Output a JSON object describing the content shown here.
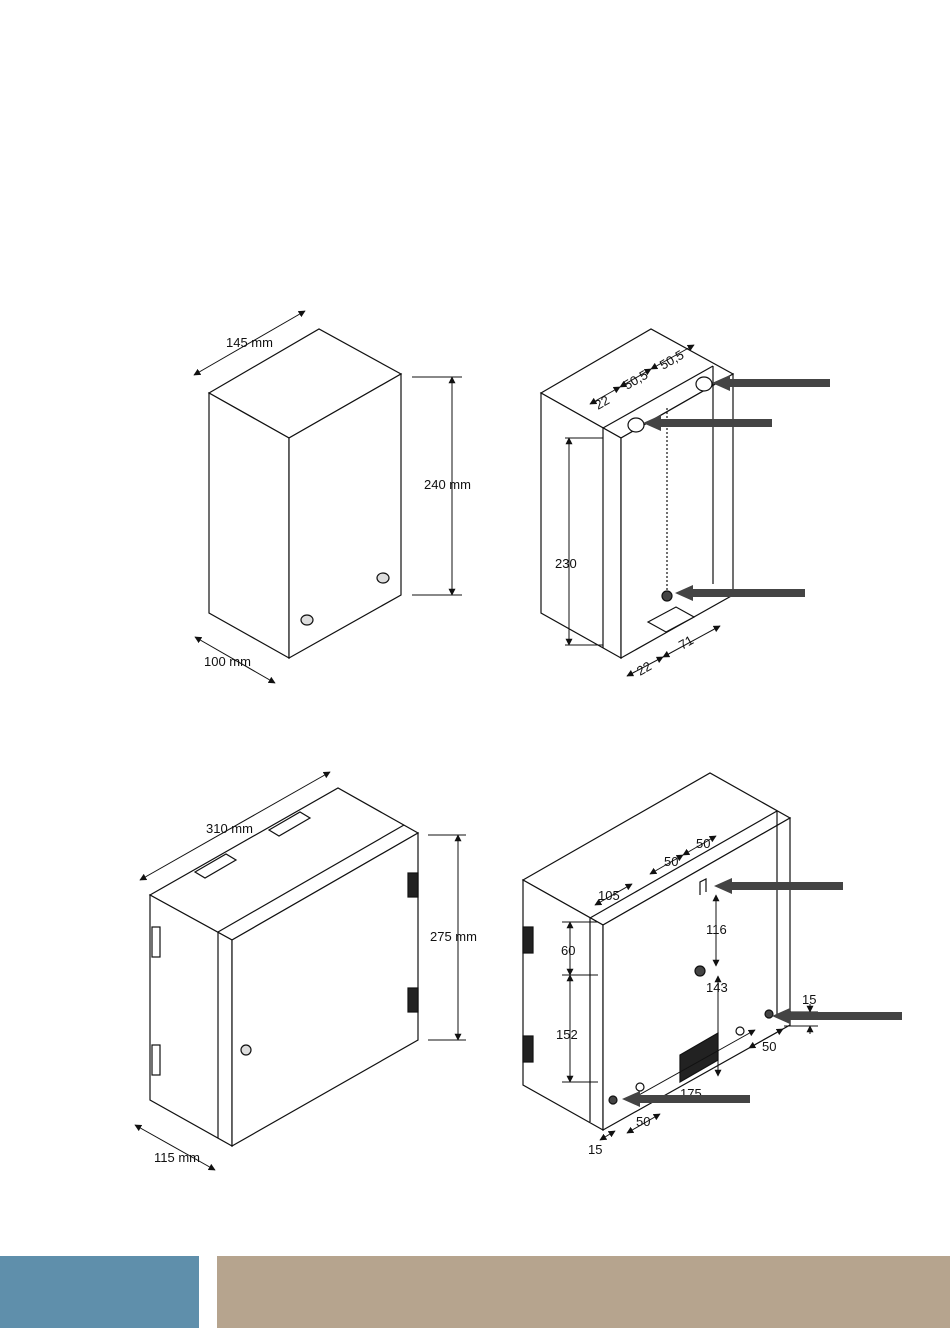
{
  "figures": {
    "small_front": {
      "width": "145 mm",
      "height": "240 mm",
      "depth": "100 mm"
    },
    "small_back": {
      "d1": "22",
      "d2": "50,5",
      "d3": "50,5",
      "height": "230",
      "bottom_a": "22",
      "bottom_b": "71"
    },
    "large_front": {
      "width": "310 mm",
      "height": "275 mm",
      "depth": "115 mm"
    },
    "large_back": {
      "top_a": "105",
      "top_b": "50",
      "top_c": "50",
      "left_a": "60",
      "left_b": "152",
      "center_a": "116",
      "center_b": "143",
      "right_a": "15",
      "right_b": "50",
      "bottom_a": "175",
      "bottom_b": "50",
      "bottom_c": "15"
    }
  },
  "colors": {
    "footer_left": "#5f8fab",
    "footer_right": "#b6a48e",
    "arrow": "#444444"
  }
}
